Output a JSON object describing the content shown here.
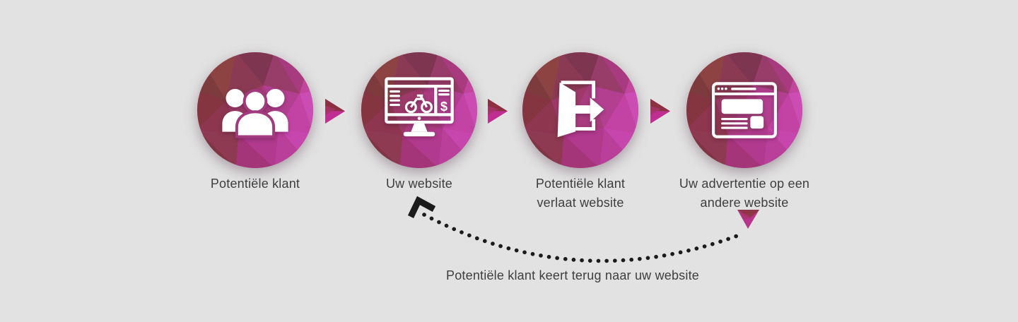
{
  "colors": {
    "background": "#e2e2e2",
    "label_text": "#3e3e3e",
    "dots_and_arrow": "#1b1b1b",
    "circle_bright_magenta": "#c746ae",
    "circle_dark_maroon": "#8d4342",
    "connector_magenta": "#bf2f92",
    "connector_maroon": "#8c3142",
    "icon_white": "#ffffff"
  },
  "steps": [
    {
      "icon": "users-icon",
      "lines": [
        "Potentiële klant"
      ]
    },
    {
      "icon": "webshop-monitor-icon",
      "lines": [
        "Uw website"
      ]
    },
    {
      "icon": "exit-door-icon",
      "lines": [
        "Potentiële klant",
        "verlaat website"
      ]
    },
    {
      "icon": "browser-ad-icon",
      "lines": [
        "Uw advertentie op een",
        "andere website"
      ]
    }
  ],
  "return_flow": {
    "caption": "Potentiële klant keert terug naar uw website"
  }
}
